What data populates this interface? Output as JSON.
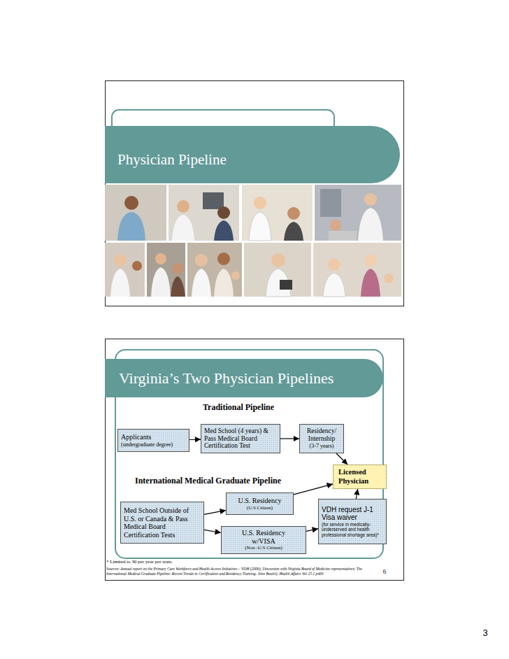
{
  "diagram": {
    "nodes": [
      {
        "text": [
          "Physician Pipeline"
        ]
      },
      {
        "text": [
          "Virginia’s Two Physician Pipelines"
        ]
      },
      {
        "text": [
          "Applicants",
          "(undergraduate degree)"
        ]
      },
      {
        "text": [
          "Med School (4 years) & Pass Medical Board Certification Test"
        ]
      },
      {
        "text": [
          "Residency/ Internship",
          "(3-7 years)"
        ]
      },
      {
        "text": [
          "Licensed Physician"
        ]
      },
      {
        "text": [
          "Med School Outside of U.S. or Canada & Pass Medical Board Certification Tests"
        ]
      },
      {
        "text": [
          "U.S. Residency",
          "(U.S Citizen)"
        ]
      },
      {
        "text": [
          "U.S. Residency w/VISA",
          "(Non -U.S Citizen)"
        ]
      },
      {
        "text": [
          "VDH request J-1 Visa waiver",
          "(for service in medically-underserved and health professional shortage area)*"
        ]
      }
    ],
    "edges": [
      {
        "from": 2,
        "to": 3,
        "arrow": "to"
      },
      {
        "from": 3,
        "to": 4,
        "arrow": "to"
      },
      {
        "from": 4,
        "to": 5,
        "arrow": "to"
      },
      {
        "from": 6,
        "to": 7,
        "arrow": "to"
      },
      {
        "from": 6,
        "to": 8,
        "arrow": "to"
      },
      {
        "from": 7,
        "to": 5,
        "arrow": "to"
      },
      {
        "from": 8,
        "to": 9,
        "arrow": "to"
      },
      {
        "from": 9,
        "to": 5,
        "arrow": "to"
      }
    ],
    "labels": [
      "Traditional Pipeline",
      "International Medical Graduate Pipeline",
      "* Limited to 30 per year per state.",
      "Sources: Annual report on the Primary Care Workforce and Health Access Initiatives – VDH (2006); Discussion with Virginia Board of Medicine representatives; The International Medical Graduate Pipeline: Recent Trends in Certification and Residency Training. John Boulet). Health Affairs Vol 25 2 p469",
      "6",
      "3"
    ]
  }
}
